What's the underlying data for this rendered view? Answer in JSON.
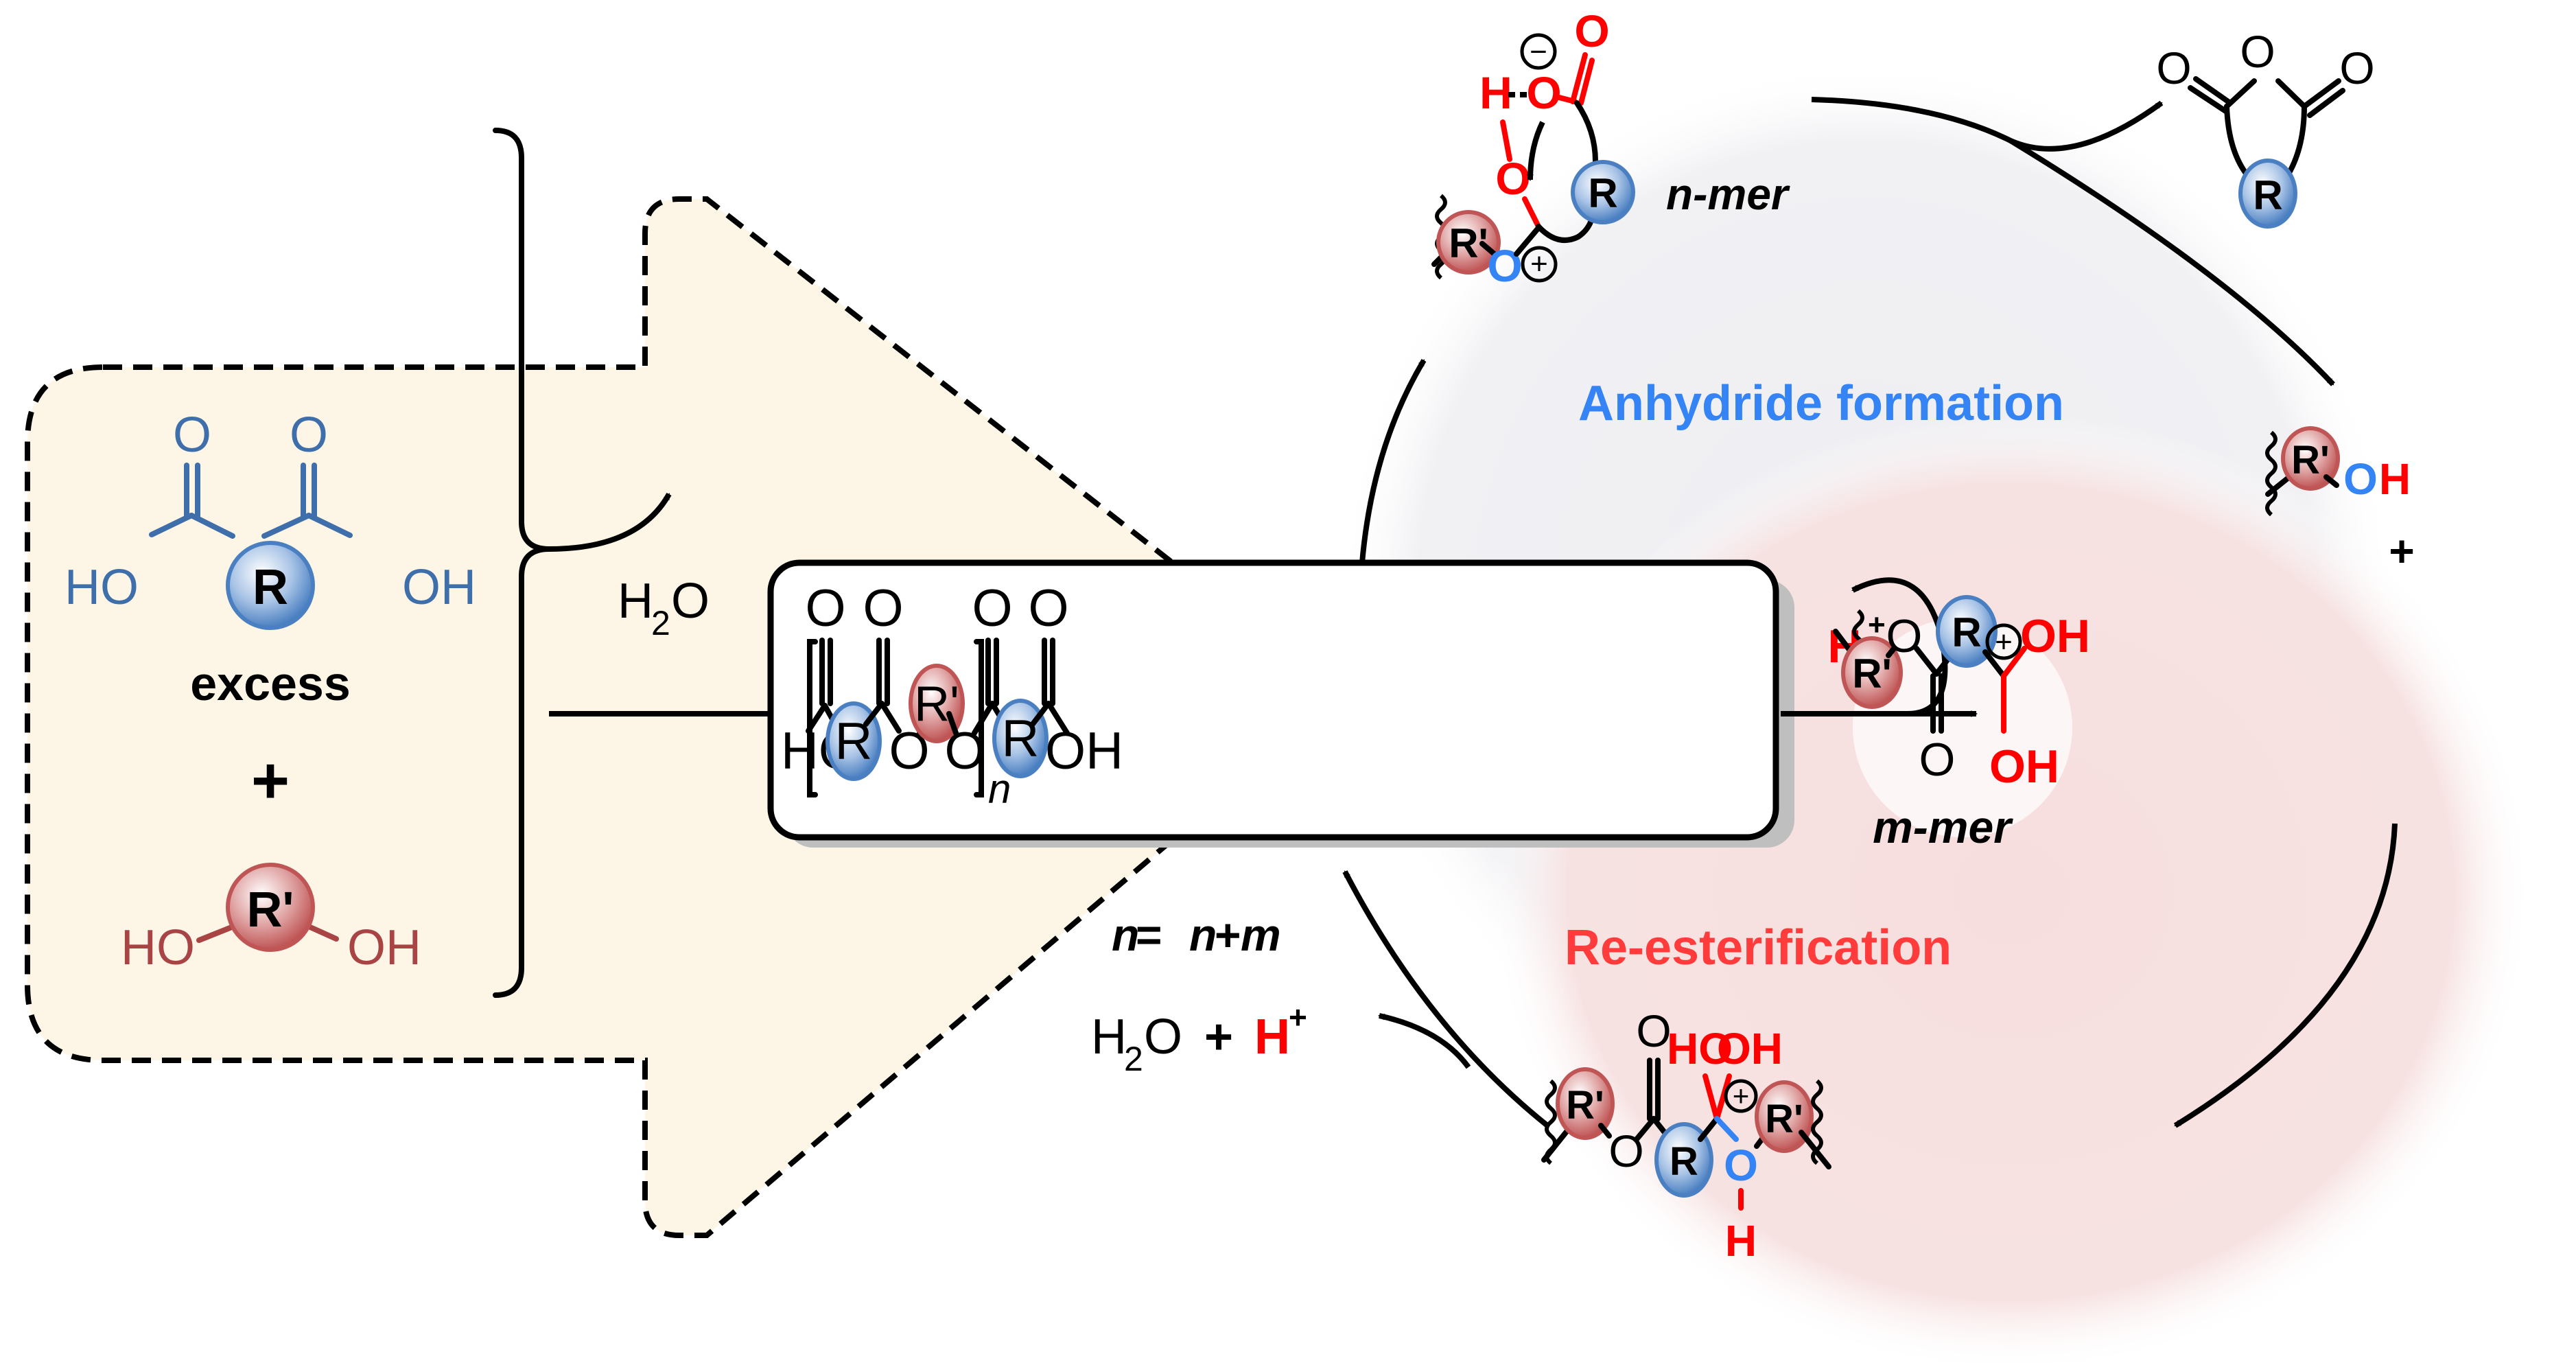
{
  "colors": {
    "acid_blue": "#3f6fab",
    "diol_red": "#a94444",
    "highlight_red": "#ff0000",
    "highlight_blue": "#3584f5",
    "panel_cream": "#fdf6e6",
    "cycle_gray": "#f0f0f3",
    "cycle_pink": "#f7e1e1",
    "anhydride_label": "#3584f5",
    "reesterification_label": "#ff3b3b"
  },
  "reactants": {
    "diacid": {
      "left_group": "HO",
      "right_group": "OH",
      "carbonyl": "O",
      "core": "R"
    },
    "excess_label": "excess",
    "plus": "+",
    "diol": {
      "left_group": "HO",
      "right_group": "OH",
      "core": "R'"
    },
    "byproduct": {
      "h": "H",
      "sub": "2",
      "o": "O"
    }
  },
  "polymer": {
    "left_end": "HO",
    "right_end": "OH",
    "carbonyl": "O",
    "ester_o": "O",
    "acid_core": "R",
    "diol_core": "R'",
    "repeat_subscript": "n"
  },
  "anhydride_formation": {
    "label": "Anhydride formation",
    "nmer_label": "n-mer",
    "h": "H",
    "o_red": "O",
    "o_blue": "O",
    "minus": "−",
    "plus": "+",
    "acid_core": "R",
    "diol_core": "R'",
    "anhydride": {
      "o": "O",
      "core": "R"
    },
    "released_alcohol": {
      "core": "R'",
      "o": "O",
      "h": "H"
    },
    "plus_sign": "+"
  },
  "protonation": {
    "h": "H",
    "sup": "+"
  },
  "mmer": {
    "label": "m-mer",
    "diol_core": "R'",
    "acid_core": "R",
    "ester_o": "O",
    "carbonyl": "O",
    "oh1": "OH",
    "oh2": "OH",
    "plus": "+"
  },
  "reesterification": {
    "label": "Re-esterification",
    "tetrahedral": {
      "left_core": "R'",
      "right_core": "R'",
      "acid_core": "R",
      "ester_o": "O",
      "carbonyl": "O",
      "ho": "HO",
      "oh": "OH",
      "o_blue": "O",
      "h": "H",
      "plus": "+"
    },
    "release": {
      "h": "H",
      "sub": "2",
      "o": "O",
      "plus": "+",
      "proton": "H",
      "sup": "+"
    },
    "update": {
      "n1": "n",
      "eq": " = ",
      "n2": "n",
      "plus": "+",
      "m": "m"
    }
  }
}
